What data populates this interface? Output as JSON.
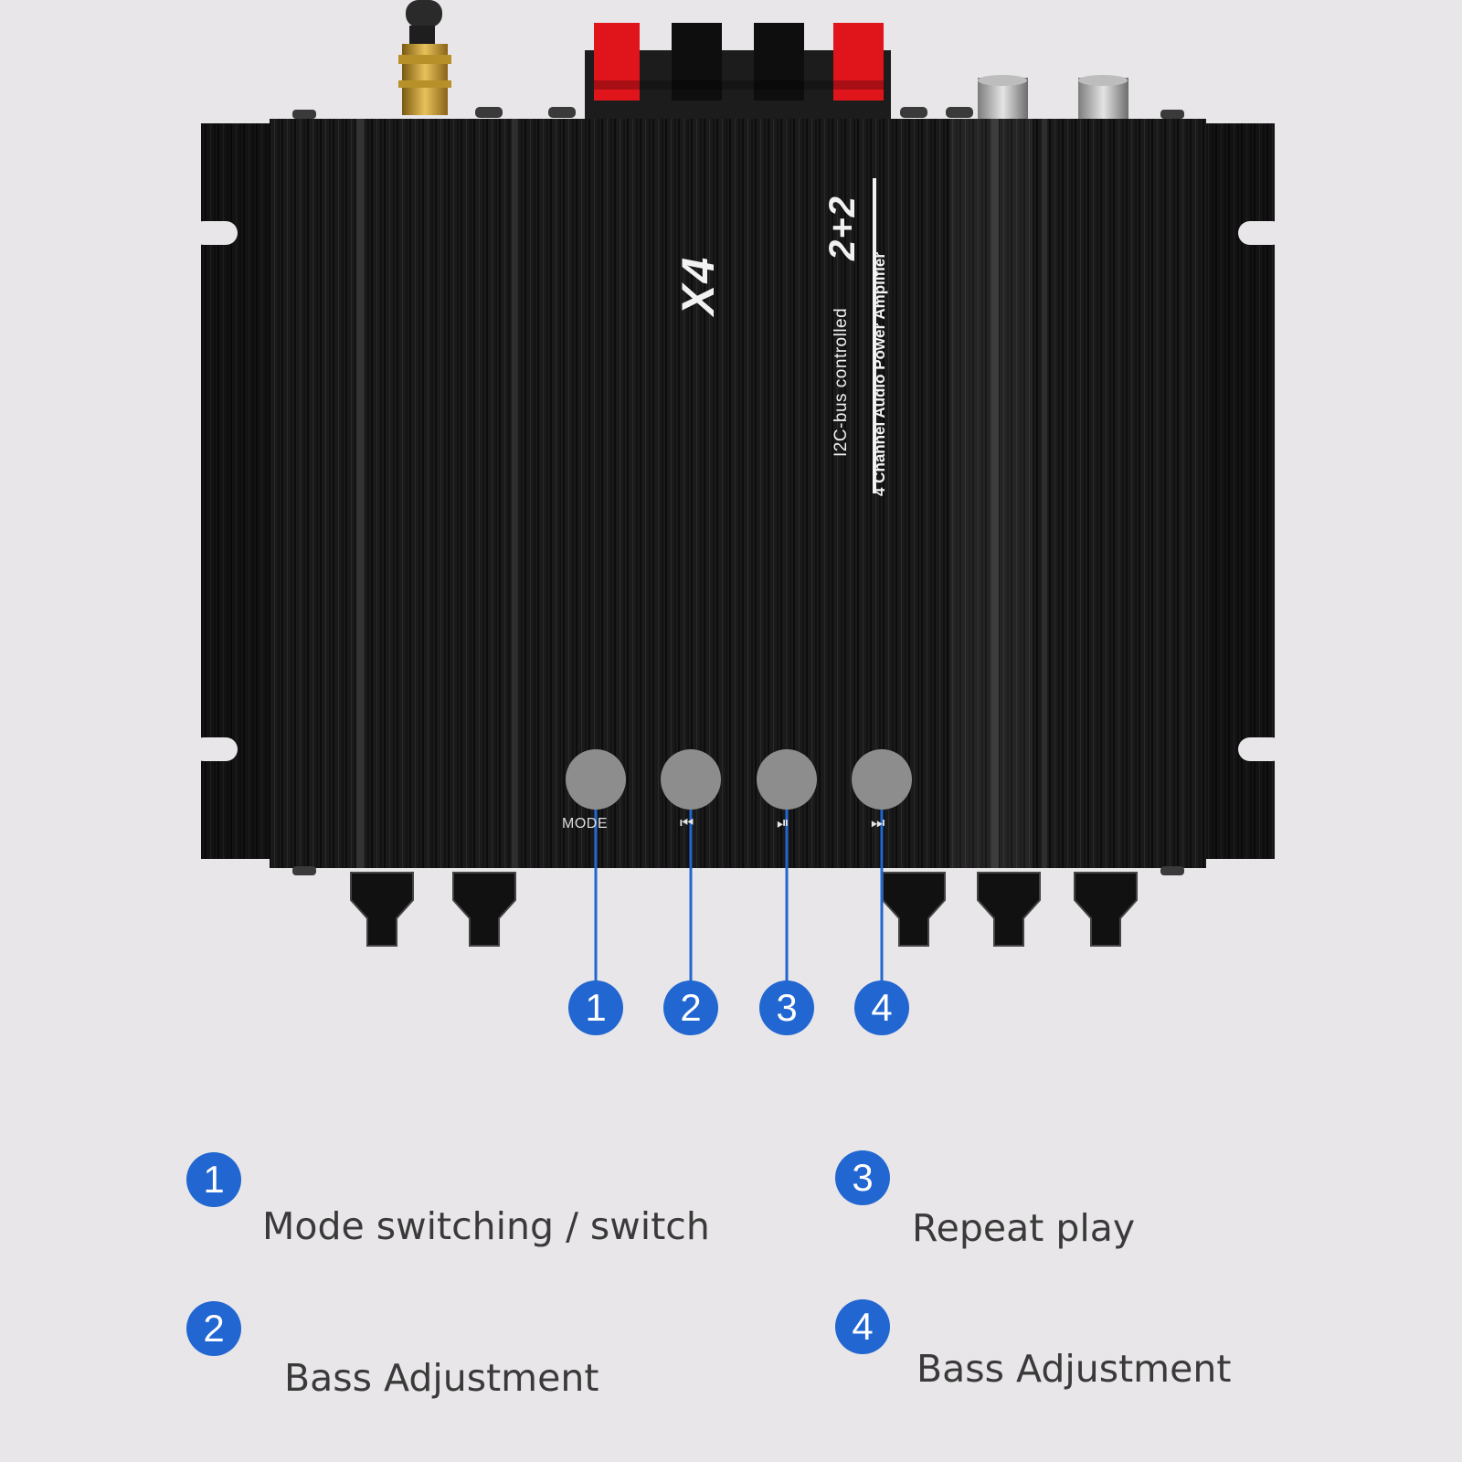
{
  "device": {
    "model": "X4",
    "bus_text": "I2C-bus controlled",
    "config": "2+2",
    "subtitle": "4 Channel Audio Power Amplifier",
    "mode_label": "MODE",
    "icons": [
      "previous-track-icon",
      "play-pause-icon",
      "next-track-icon"
    ],
    "prev_symbol": "⏮",
    "playpause_symbol": "⏯",
    "next_symbol": "⏭"
  },
  "callouts": [
    "1",
    "2",
    "3",
    "4"
  ],
  "legend": [
    {
      "number": "1",
      "text": "Mode switching / switch"
    },
    {
      "number": "2",
      "text": "Bass Adjustment"
    },
    {
      "number": "3",
      "text": "Repeat play"
    },
    {
      "number": "4",
      "text": "Bass Adjustment"
    }
  ],
  "colors": {
    "background": "#e8e6e8",
    "chassis": "#161616",
    "callout": "#2166d1",
    "button": "#8d8d8d",
    "terminal_red": "#e0141b"
  }
}
